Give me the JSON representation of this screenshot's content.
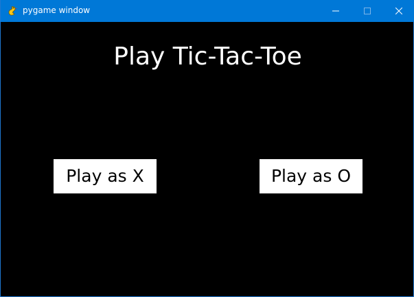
{
  "window": {
    "title": "pygame window",
    "titlebar_color": "#0078d7",
    "background_color": "#000000",
    "icon": "pygame-snake-icon",
    "controls": [
      "minimize-icon",
      "maximize-icon",
      "close-icon"
    ]
  },
  "game": {
    "title": "Play Tic-Tac-Toe",
    "buttons": {
      "play_x": "Play as X",
      "play_o": "Play as O"
    },
    "button_color": "#ffffff",
    "button_text_color": "#000000"
  }
}
